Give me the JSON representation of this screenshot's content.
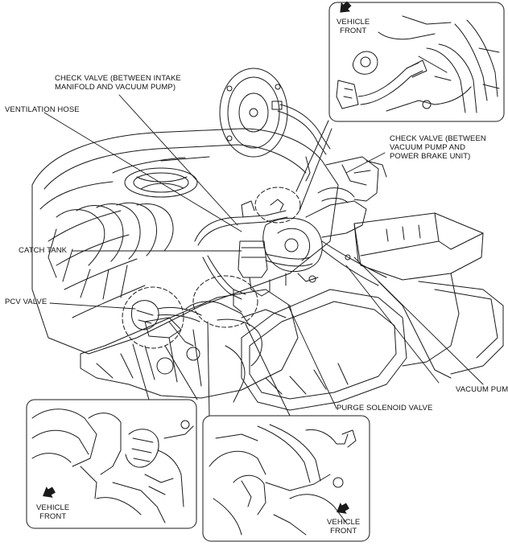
{
  "labels": {
    "check_valve_intake": "CHECK VALVE (BETWEEN INTAKE\nMANIFOLD AND VACUUM PUMP)",
    "ventilation_hose": "VENTILATION HOSE",
    "check_valve_vacuum": "CHECK VALVE (BETWEEN\nVACUUM PUMP AND\nPOWER BRAKE UNIT)",
    "catch_tank": "CATCH TANK",
    "pcv_valve": "PCV VALVE",
    "vacuum_pump": "VACUUM PUMP",
    "purge_solenoid_valve": "PURGE SOLENOID VALVE"
  },
  "vehicle_front": {
    "top_inset": "VEHICLE\nFRONT",
    "bottom_left_inset": "VEHICLE\nFRONT",
    "bottom_right_inset": "VEHICLE\nFRONT"
  },
  "colors": {
    "line": "#1a1a1a",
    "background": "#ffffff"
  }
}
